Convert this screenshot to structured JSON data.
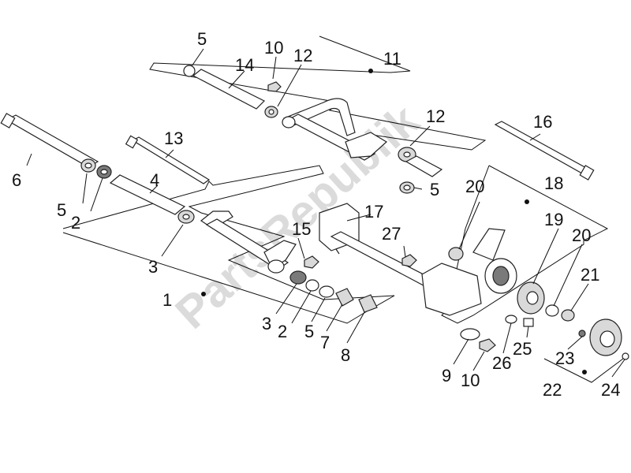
{
  "watermark": "PartsRepublik",
  "labels": {
    "l1": "1",
    "l2a": "2",
    "l2b": "2",
    "l3a": "3",
    "l3b": "3",
    "l4": "4",
    "l5a": "5",
    "l5b": "5",
    "l5c": "5",
    "l5d": "5",
    "l6": "6",
    "l7": "7",
    "l8": "8",
    "l9": "9",
    "l10a": "10",
    "l10b": "10",
    "l11": "11",
    "l12a": "12",
    "l12b": "12",
    "l13": "13",
    "l14": "14",
    "l15": "15",
    "l16": "16",
    "l17": "17",
    "l18": "18",
    "l19": "19",
    "l20a": "20",
    "l20b": "20",
    "l21": "21",
    "l22": "22",
    "l23": "23",
    "l24": "24",
    "l25": "25",
    "l26": "26",
    "l27": "27"
  }
}
